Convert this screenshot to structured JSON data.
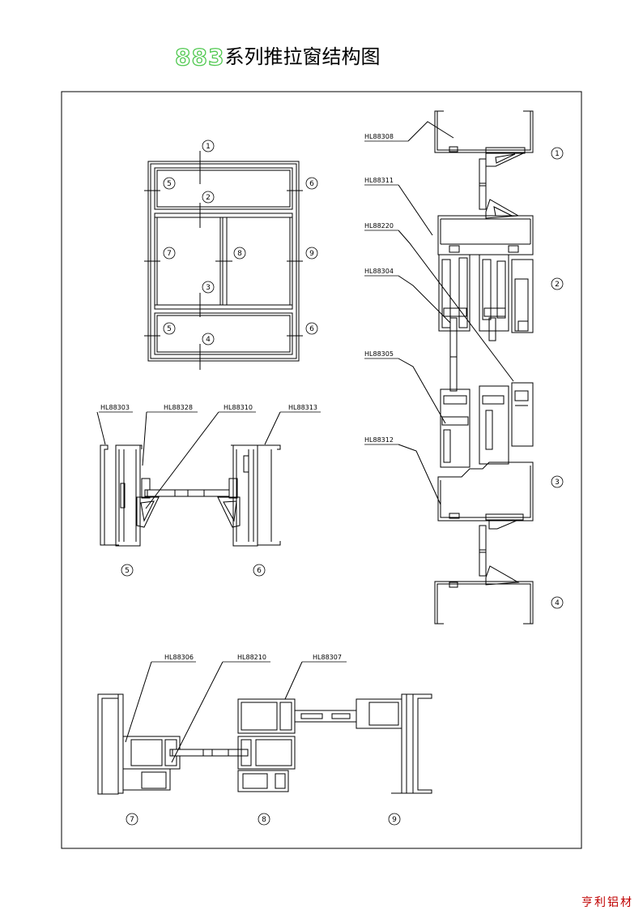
{
  "title": {
    "series_number": "883",
    "text": "系列推拉窗结构图"
  },
  "brand": "亨利铝材",
  "circle_numbers": [
    "1",
    "2",
    "3",
    "4",
    "5",
    "6",
    "7",
    "8",
    "9"
  ],
  "part_labels": {
    "p1": "HL88308",
    "p2": "HL88311",
    "p3": "HL88220",
    "p4": "HL88304",
    "p5": "HL88305",
    "p6": "HL88312",
    "p7": "HL88303",
    "p8": "HL88328",
    "p9": "HL88310",
    "p10": "HL88313",
    "p11": "HL88306",
    "p12": "HL88210",
    "p13": "HL88307"
  },
  "colors": {
    "line": "#000000",
    "title_outline": "#4fc84f",
    "brand": "#c00000"
  }
}
